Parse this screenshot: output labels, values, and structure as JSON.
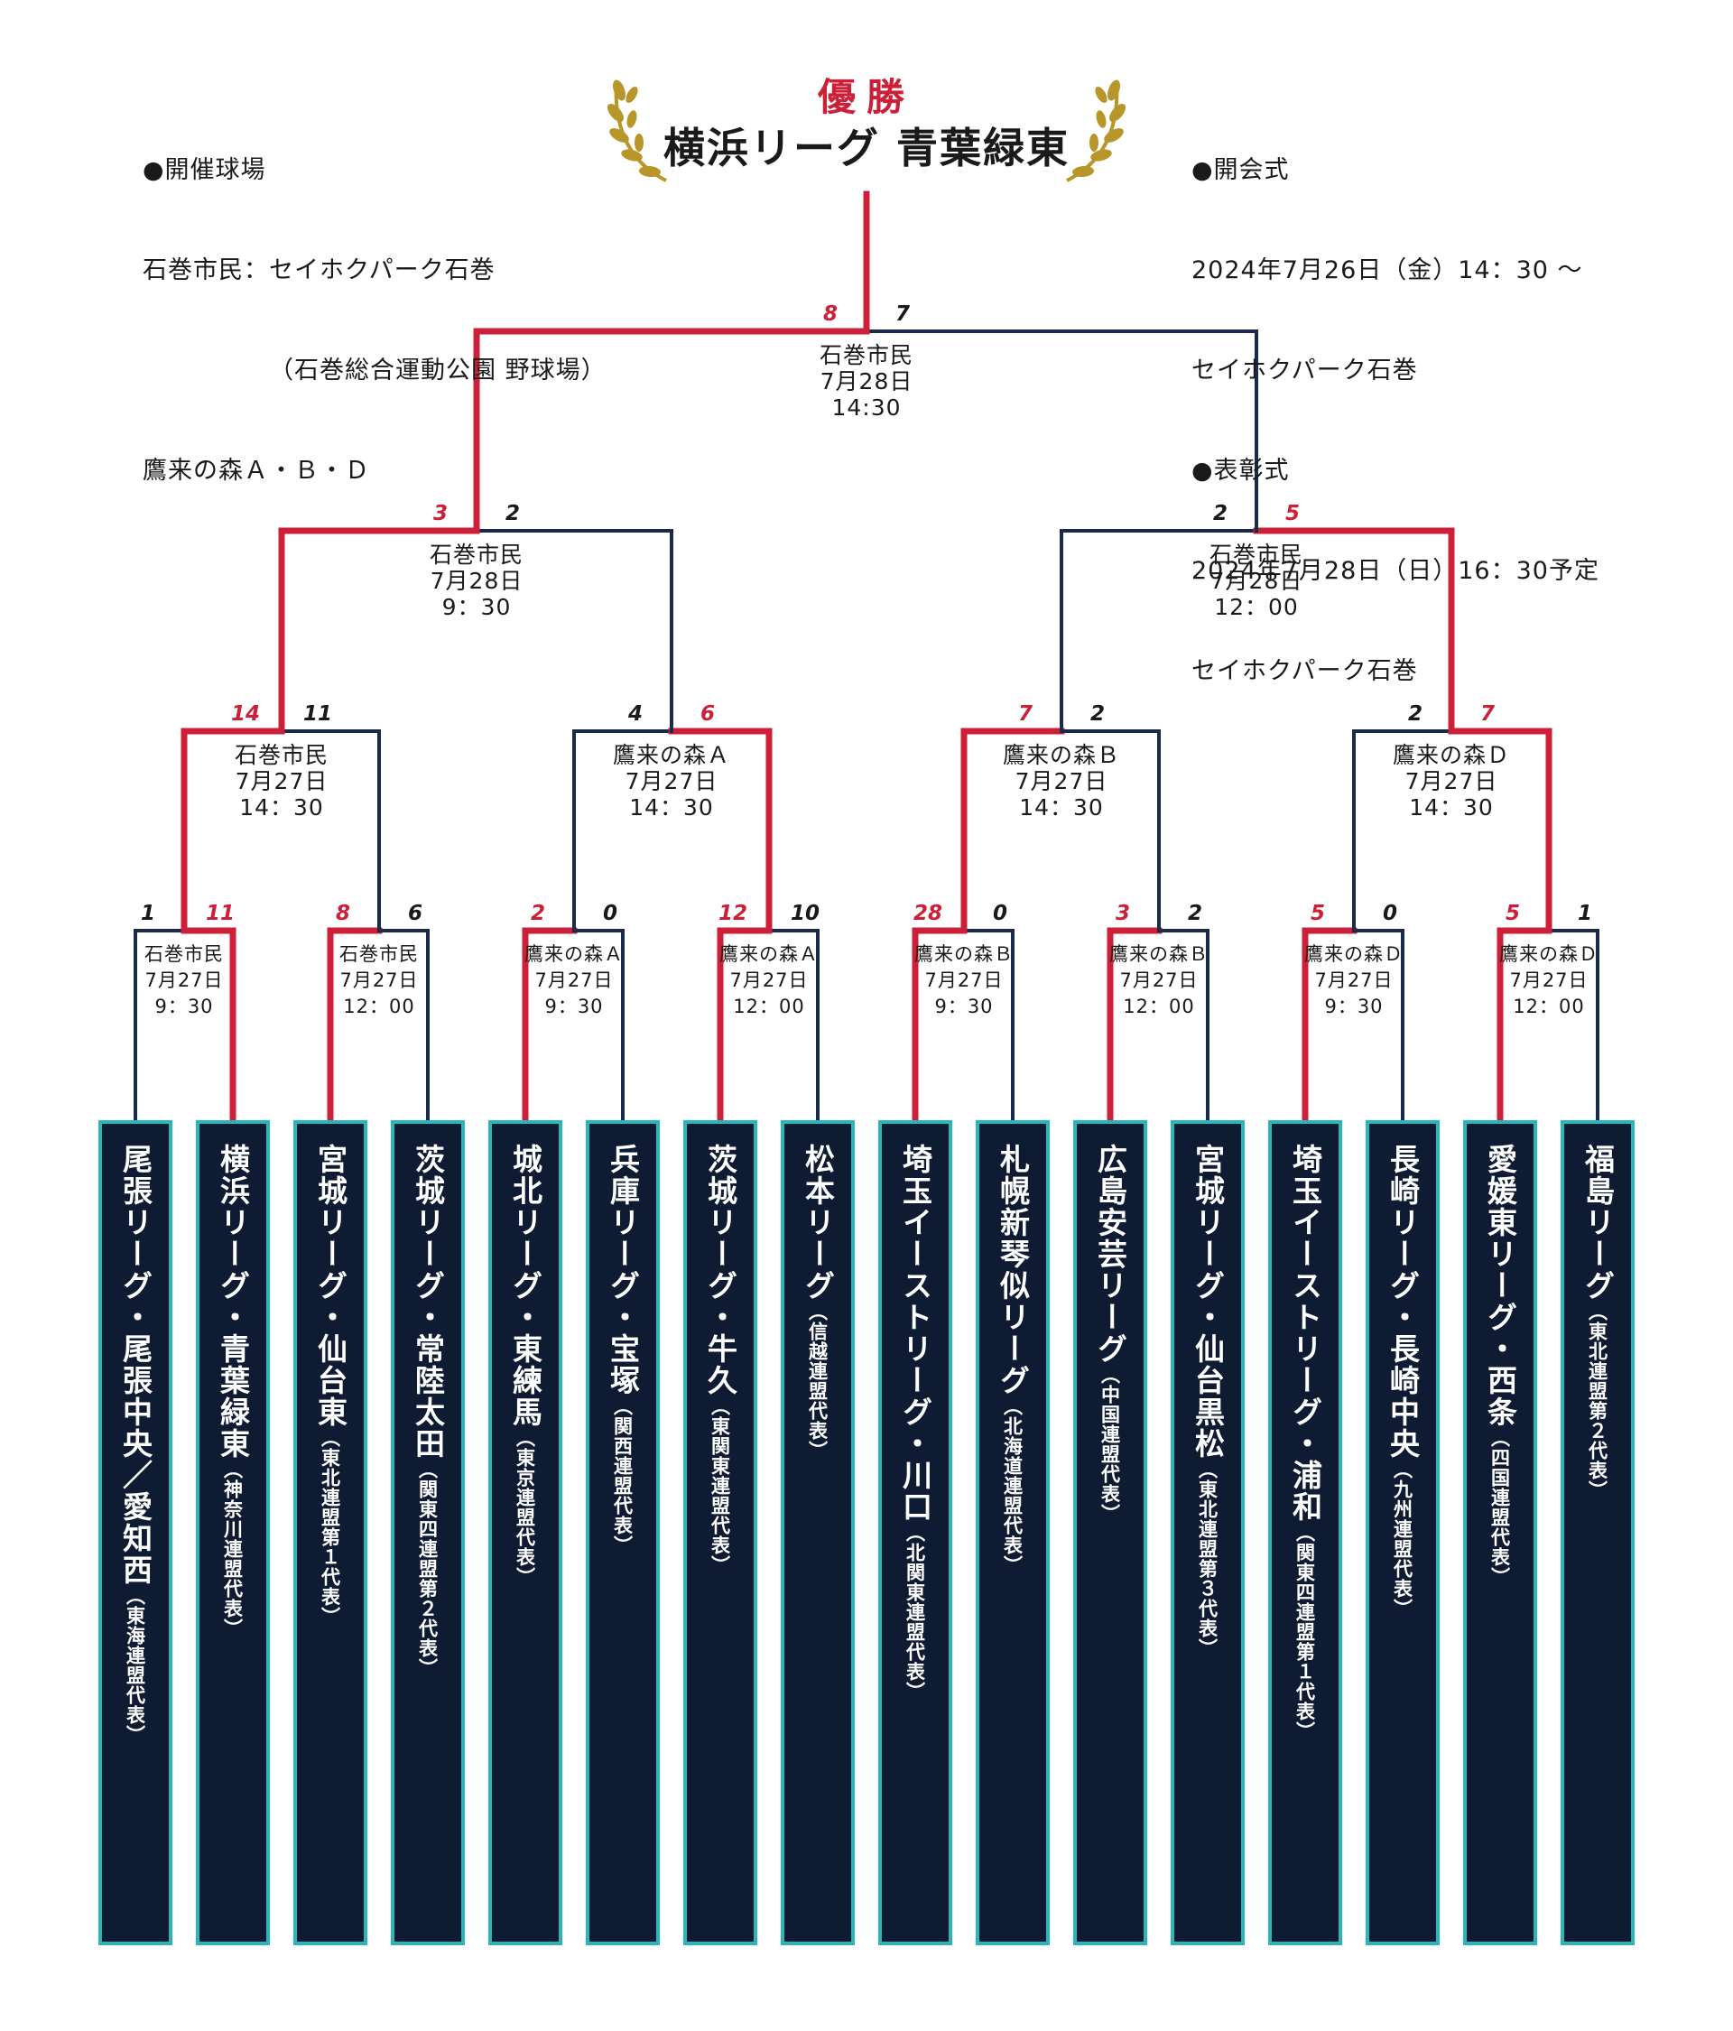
{
  "info": {
    "left": [
      "●開催球場",
      "石巻市民：セイホクパーク石巻",
      "（石巻総合運動公園 野球場）",
      "鷹来の森Ａ・Ｂ・Ｄ"
    ],
    "right": [
      "●開会式",
      "2024年7月26日（金）14：30 ～",
      "セイホクパーク石巻",
      "●表彰式",
      "2024年7月28日（日）16：30予定",
      "セイホクパーク石巻"
    ]
  },
  "champion": {
    "label": "優勝",
    "team": "横浜リーグ 青葉緑東"
  },
  "teams": [
    {
      "name": "尾張リーグ・尾張中央／愛知西",
      "sub": "（東海連盟代表）"
    },
    {
      "name": "横浜リーグ・青葉緑東",
      "sub": "（神奈川連盟代表）"
    },
    {
      "name": "宮城リーグ・仙台東",
      "sub": "（東北連盟第１代表）"
    },
    {
      "name": "茨城リーグ・常陸太田",
      "sub": "（関東四連盟第２代表）"
    },
    {
      "name": "城北リーグ・東練馬",
      "sub": "（東京連盟代表）"
    },
    {
      "name": "兵庫リーグ・宝塚",
      "sub": "（関西連盟代表）"
    },
    {
      "name": "茨城リーグ・牛久",
      "sub": "（東関東連盟代表）"
    },
    {
      "name": "松本リーグ",
      "sub": "（信越連盟代表）"
    },
    {
      "name": "埼玉イーストリーグ・川口",
      "sub": "（北関東連盟代表）"
    },
    {
      "name": "札幌新琴似リーグ",
      "sub": "（北海道連盟代表）"
    },
    {
      "name": "広島安芸リーグ",
      "sub": "（中国連盟代表）"
    },
    {
      "name": "宮城リーグ・仙台黒松",
      "sub": "（東北連盟第３代表）"
    },
    {
      "name": "埼玉イーストリーグ・浦和",
      "sub": "（関東四連盟第１代表）"
    },
    {
      "name": "長崎リーグ・長崎中央",
      "sub": "（九州連盟代表）"
    },
    {
      "name": "愛媛東リーグ・西条",
      "sub": "（四国連盟代表）"
    },
    {
      "name": "福島リーグ",
      "sub": "（東北連盟第２代表）"
    }
  ],
  "rounds": [
    [
      {
        "venue": "石巻市民",
        "date": "7月27日",
        "time": "9：30",
        "scores": [
          "1",
          "11"
        ],
        "winner": 1
      },
      {
        "venue": "石巻市民",
        "date": "7月27日",
        "time": "12：00",
        "scores": [
          "8",
          "6"
        ],
        "winner": 0
      },
      {
        "venue": "鷹来の森Ａ",
        "date": "7月27日",
        "time": "9：30",
        "scores": [
          "2",
          "0"
        ],
        "winner": 0
      },
      {
        "venue": "鷹来の森Ａ",
        "date": "7月27日",
        "time": "12：00",
        "scores": [
          "12",
          "10"
        ],
        "winner": 0
      },
      {
        "venue": "鷹来の森Ｂ",
        "date": "7月27日",
        "time": "9：30",
        "scores": [
          "28",
          "0"
        ],
        "winner": 0
      },
      {
        "venue": "鷹来の森Ｂ",
        "date": "7月27日",
        "time": "12：00",
        "scores": [
          "3",
          "2"
        ],
        "winner": 0
      },
      {
        "venue": "鷹来の森Ｄ",
        "date": "7月27日",
        "time": "9：30",
        "scores": [
          "5",
          "0"
        ],
        "winner": 0
      },
      {
        "venue": "鷹来の森Ｄ",
        "date": "7月27日",
        "time": "12：00",
        "scores": [
          "5",
          "1"
        ],
        "winner": 0
      }
    ],
    [
      {
        "venue": "石巻市民",
        "date": "7月27日",
        "time": "14：30",
        "scores": [
          "14",
          "11"
        ],
        "winner": 0
      },
      {
        "venue": "鷹来の森Ａ",
        "date": "7月27日",
        "time": "14：30",
        "scores": [
          "4",
          "6"
        ],
        "winner": 1
      },
      {
        "venue": "鷹来の森Ｂ",
        "date": "7月27日",
        "time": "14：30",
        "scores": [
          "7",
          "2"
        ],
        "winner": 0
      },
      {
        "venue": "鷹来の森Ｄ",
        "date": "7月27日",
        "time": "14：30",
        "scores": [
          "2",
          "7"
        ],
        "winner": 1
      }
    ],
    [
      {
        "venue": "石巻市民",
        "date": "7月28日",
        "time": "9：30",
        "scores": [
          "3",
          "2"
        ],
        "winner": 0
      },
      {
        "venue": "石巻市民",
        "date": "7月28日",
        "time": "12：00",
        "scores": [
          "2",
          "5"
        ],
        "winner": 1
      }
    ],
    [
      {
        "venue": "石巻市民",
        "date": "7月28日",
        "time": "14:30",
        "scores": [
          "8",
          "7"
        ],
        "winner": 0
      }
    ]
  ],
  "colors": {
    "win": "#cc1f38",
    "lose": "#1a2a4a",
    "team_bg": "#0f1b33",
    "team_border": "#2ab5b8",
    "laurel": "#b8962a"
  }
}
